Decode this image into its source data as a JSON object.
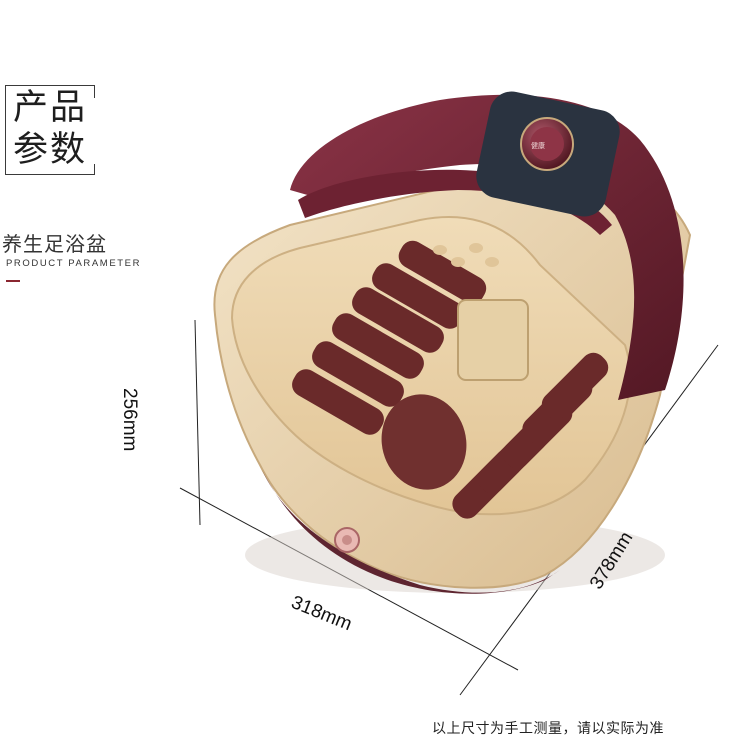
{
  "header": {
    "title_line1": "产品",
    "title_line2": "参数",
    "subtitle_cn": "养生足浴盆",
    "subtitle_en": "PRODUCT PARAMETER"
  },
  "dimensions": {
    "height": "256mm",
    "width": "318mm",
    "depth": "378mm"
  },
  "footnote": "以上尺寸为手工测量，请以实际为准",
  "colors": {
    "body": "#e6cfa9",
    "lid": "#6b2030",
    "rollers": "#6a2a2a",
    "accent": "#8a2630"
  },
  "icons": {
    "control_knob": "knob-icon",
    "drain_button": "drain-button-icon"
  }
}
